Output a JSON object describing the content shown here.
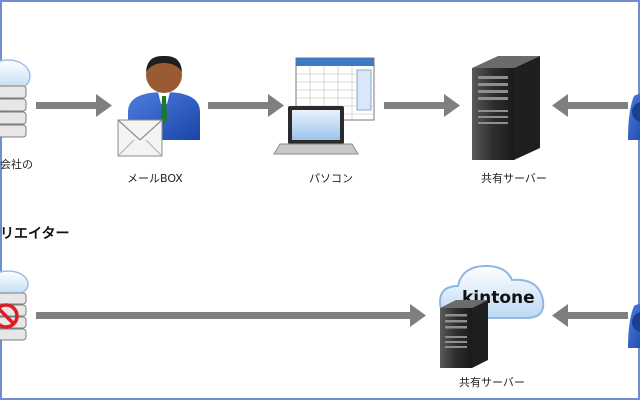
{
  "row1": {
    "left_label": "会社の",
    "mail_label": "メールBOX",
    "pc_label": "パソコン",
    "server_label": "共有サーバー"
  },
  "section2": {
    "title": "リエイター"
  },
  "row2": {
    "cloud_label": "kintone",
    "server_label": "共有サーバー"
  },
  "colors": {
    "arrow": "#7f7f7f",
    "frame": "#6d8fd1",
    "cloud": "#dcecfb",
    "server": "#3c3c3c",
    "alert": "#d81f26"
  }
}
